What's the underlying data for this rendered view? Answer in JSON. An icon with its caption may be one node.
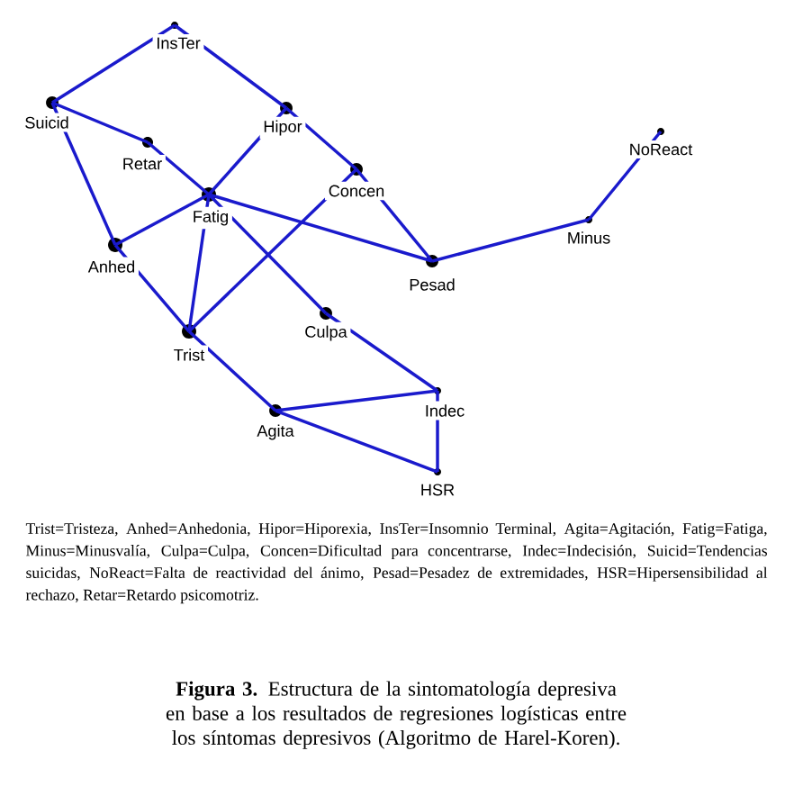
{
  "diagram": {
    "caption": "**Figura 3.** Estructura de la sintomatología depresiva en base a los resultados de regresiones logísticas entre los síntomas depresivos (Algoritmo de Harel-Koren).",
    "nodes": [
      {
        "text": [
          "InsTer"
        ]
      },
      {
        "text": [
          "Suicid"
        ]
      },
      {
        "text": [
          "Hipor"
        ]
      },
      {
        "text": [
          "Retar"
        ]
      },
      {
        "text": [
          "Concen"
        ]
      },
      {
        "text": [
          "Fatig"
        ]
      },
      {
        "text": [
          "Anhed"
        ]
      },
      {
        "text": [
          "Pesad"
        ]
      },
      {
        "text": [
          "Minus"
        ]
      },
      {
        "text": [
          "NoReact"
        ]
      },
      {
        "text": [
          "Culpa"
        ]
      },
      {
        "text": [
          "Trist"
        ]
      },
      {
        "text": [
          "Indec"
        ]
      },
      {
        "text": [
          "Agita"
        ]
      },
      {
        "text": [
          "HSR"
        ]
      }
    ],
    "edges": [
      {
        "from": 0,
        "to": 1,
        "arrow": "none"
      },
      {
        "from": 0,
        "to": 2,
        "arrow": "none"
      },
      {
        "from": 2,
        "to": 4,
        "arrow": "none"
      },
      {
        "from": 2,
        "to": 5,
        "arrow": "none"
      },
      {
        "from": 1,
        "to": 3,
        "arrow": "none"
      },
      {
        "from": 3,
        "to": 5,
        "arrow": "none"
      },
      {
        "from": 1,
        "to": 6,
        "arrow": "none"
      },
      {
        "from": 6,
        "to": 5,
        "arrow": "none"
      },
      {
        "from": 6,
        "to": 11,
        "arrow": "none"
      },
      {
        "from": 5,
        "to": 11,
        "arrow": "none"
      },
      {
        "from": 5,
        "to": 7,
        "arrow": "none"
      },
      {
        "from": 5,
        "to": 10,
        "arrow": "none"
      },
      {
        "from": 4,
        "to": 11,
        "arrow": "none"
      },
      {
        "from": 4,
        "to": 7,
        "arrow": "none"
      },
      {
        "from": 7,
        "to": 8,
        "arrow": "none"
      },
      {
        "from": 8,
        "to": 9,
        "arrow": "none"
      },
      {
        "from": 10,
        "to": 12,
        "arrow": "none"
      },
      {
        "from": 11,
        "to": 13,
        "arrow": "none"
      },
      {
        "from": 13,
        "to": 12,
        "arrow": "none"
      },
      {
        "from": 13,
        "to": 14,
        "arrow": "none"
      },
      {
        "from": 12,
        "to": 14,
        "arrow": "none"
      }
    ],
    "labels": [
      "Trist=Tristeza, Anhed=Anhedonia, Hipor=Hiporexia, InsTer=Insomnio Terminal, Agita=Agitación, Fatig=Fatiga, Minus=Minusvalía, Culpa=Culpa, Concen=Dificultad para concentrarse, Indec=Indecisión, Suicid=Tendencias suicidas, NoReact=Falta de reactividad del ánimo, Pesad=Pesadez de extremidades, HSR=Hipersensibilidad al rechazo, Retar=Retardo psicomotriz."
    ]
  }
}
